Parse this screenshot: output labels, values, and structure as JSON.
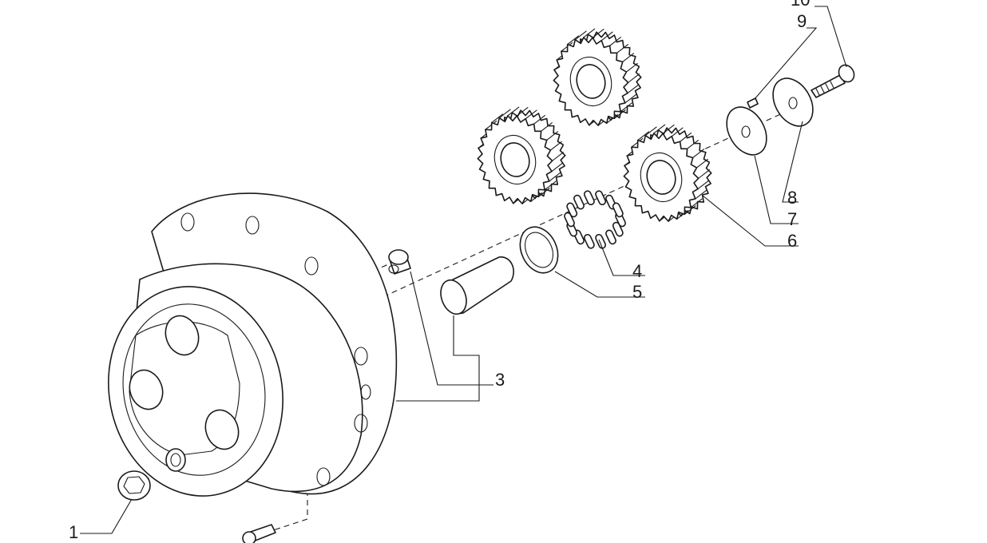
{
  "diagram": {
    "callouts": [
      {
        "id": "1",
        "label": "1"
      },
      {
        "id": "3",
        "label": "3"
      },
      {
        "id": "4",
        "label": "4"
      },
      {
        "id": "5",
        "label": "5"
      },
      {
        "id": "6",
        "label": "6"
      },
      {
        "id": "7",
        "label": "7"
      },
      {
        "id": "8",
        "label": "8"
      },
      {
        "id": "9",
        "label": "9"
      },
      {
        "id": "10",
        "label": "10"
      }
    ],
    "colors": {
      "ink": "#1a1a1a",
      "paper": "#ffffff"
    }
  }
}
